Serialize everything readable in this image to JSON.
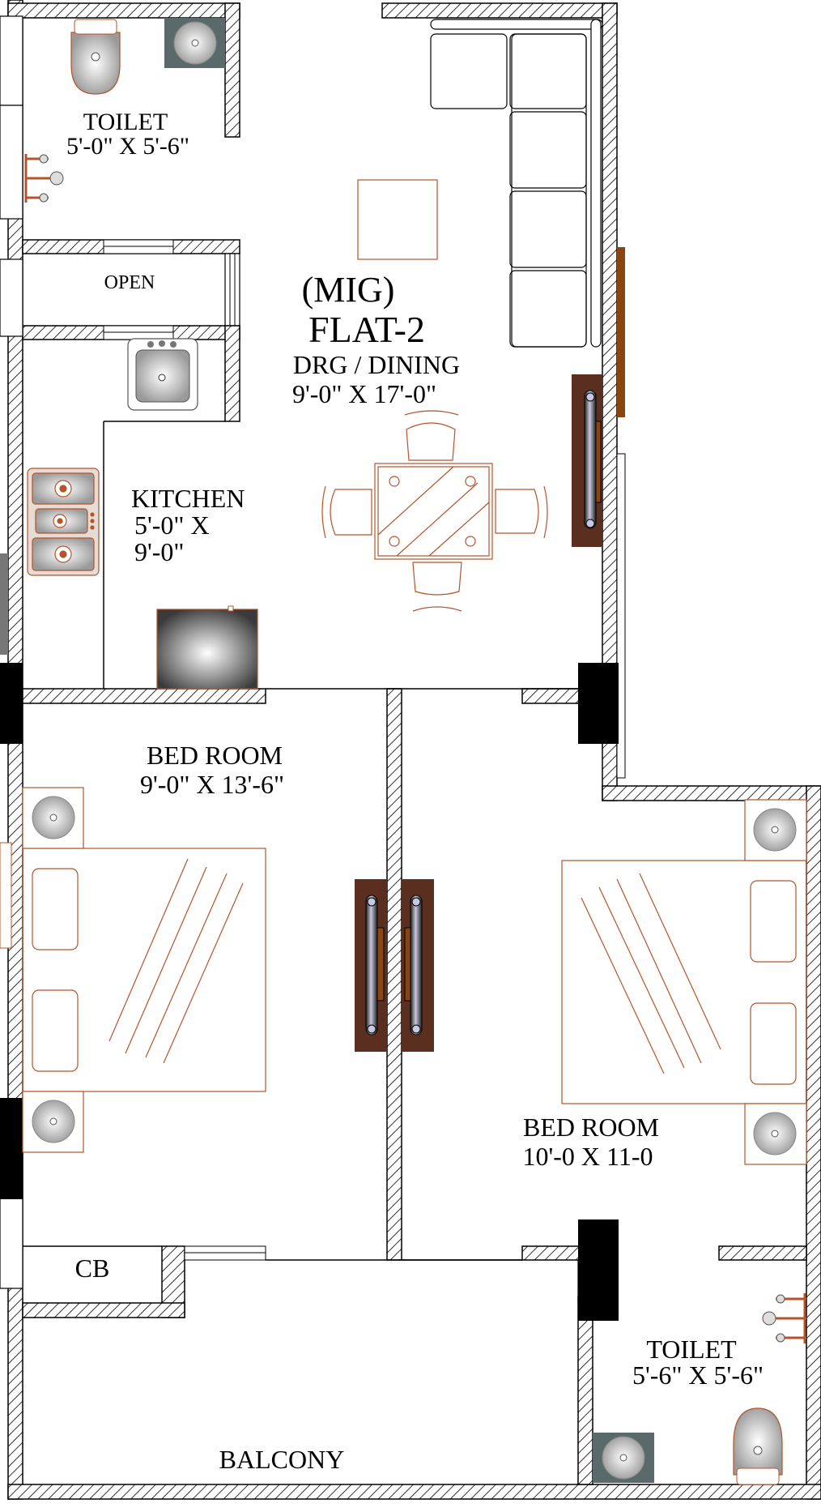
{
  "plan": {
    "flat_type": "(MIG)",
    "flat_name": "FLAT-2",
    "rooms": {
      "toilet_top": {
        "name": "TOILET",
        "size": "5'-0\" X 5'-6\""
      },
      "open": {
        "name": "OPEN"
      },
      "drawing_dining": {
        "name": "DRG / DINING",
        "size": "9'-0\" X 17'-0\""
      },
      "kitchen": {
        "name": "KITCHEN",
        "size_line1": "5'-0\" X",
        "size_line2": "9'-0\""
      },
      "bedroom_left": {
        "name": "BED ROOM",
        "size": "9'-0\" X 13'-6\""
      },
      "bedroom_right": {
        "name": "BED ROOM",
        "size": "10'-0 X 11-0"
      },
      "cupboard": {
        "name": "CB"
      },
      "toilet_bottom": {
        "name": "TOILET",
        "size": "5'-6\" X 5'-6\""
      },
      "balcony": {
        "name": "BALCONY"
      }
    }
  },
  "colors": {
    "wall_line": "#000000",
    "hatch": "#000000",
    "furniture_line": "#b5542a",
    "door_panel": "#5a2f1f",
    "door_inner": "#8b4513",
    "column_fill": "#000000",
    "fixture_fill": "#d8d8d8"
  }
}
